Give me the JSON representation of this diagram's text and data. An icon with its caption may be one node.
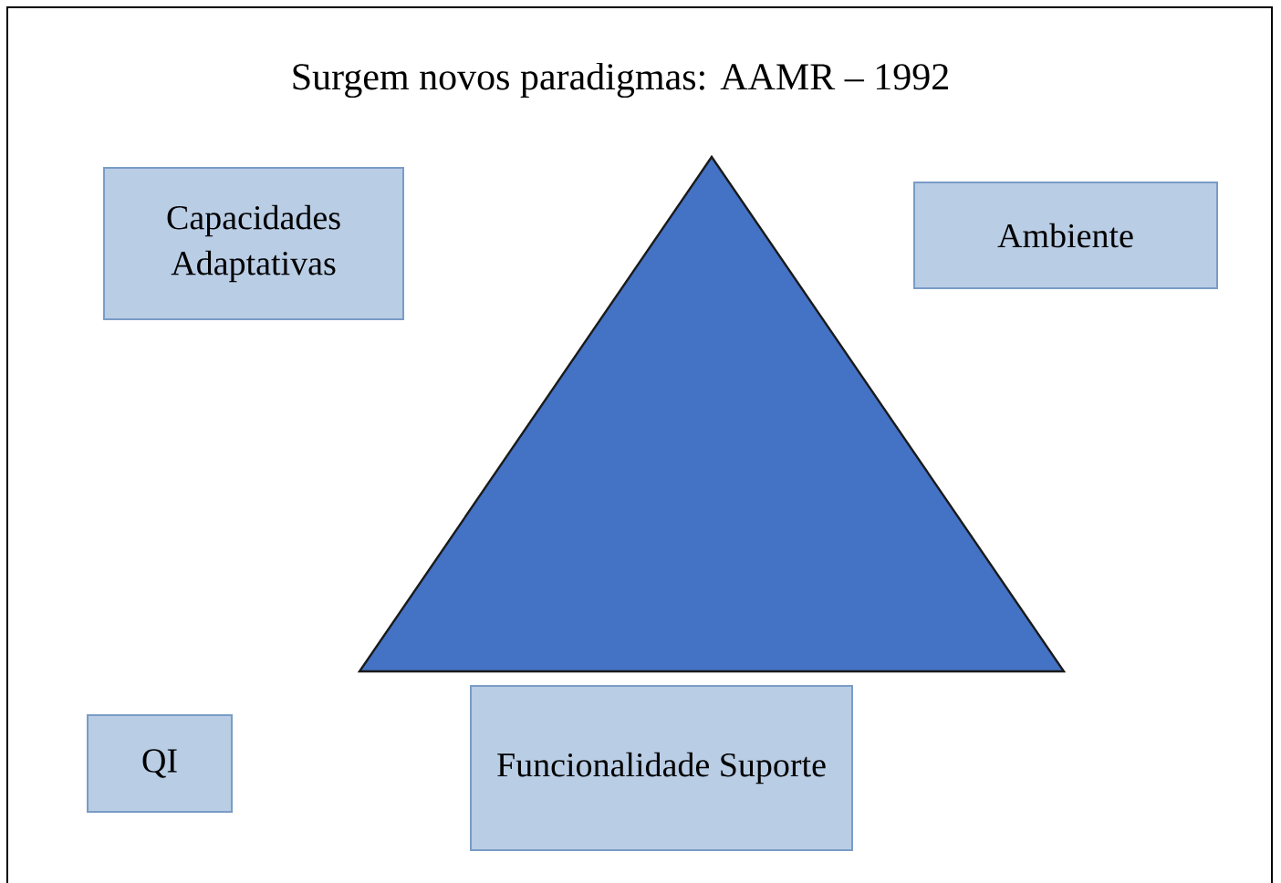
{
  "diagram": {
    "title": "Surgem novos paradigmas: AAMR – 1992",
    "nodes": [
      {
        "text": [
          "Capacidades Adaptativas"
        ]
      },
      {
        "text": [],
        "shape": "triangle"
      },
      {
        "text": [
          "Ambiente"
        ]
      },
      {
        "text": [
          "QI"
        ]
      },
      {
        "text": [
          "Funcionalidade Suporte"
        ]
      }
    ]
  }
}
